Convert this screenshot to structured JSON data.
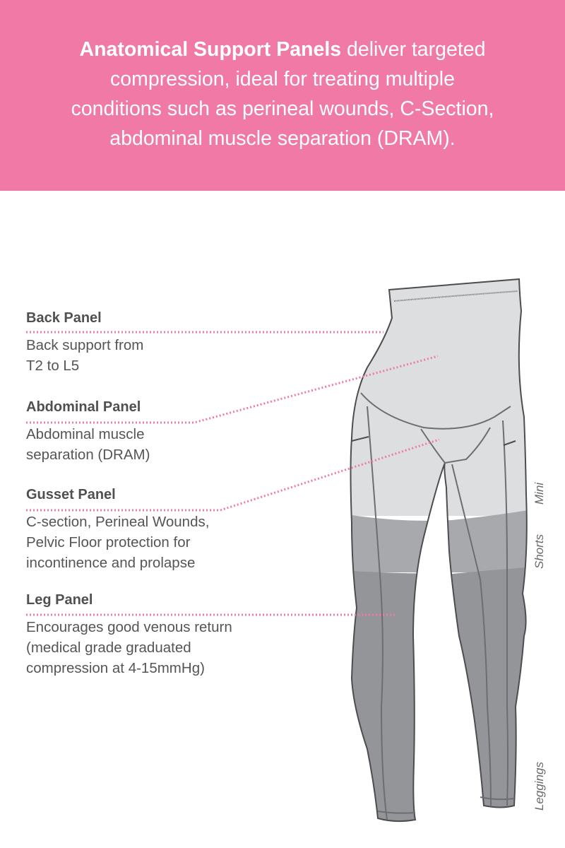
{
  "banner": {
    "bold": "Anatomical Support Panels",
    "text": " deliver targeted compression, ideal for treating multiple conditions such as perineal wounds, C-Section, abdominal muscle separation (DRAM).",
    "background": "#F07AA5"
  },
  "panels": [
    {
      "title": "Back Panel",
      "desc_lines": [
        "Back support from",
        "T2 to L5"
      ]
    },
    {
      "title": "Abdominal Panel",
      "desc_lines": [
        "Abdominal muscle",
        "separation (DRAM)"
      ]
    },
    {
      "title": "Gusset Panel",
      "desc_lines": [
        "C-section, Perineal Wounds,",
        "Pelvic Floor protection for",
        "incontinence and prolapse"
      ]
    },
    {
      "title": "Leg Panel",
      "desc_lines": [
        "Encourages good venous return",
        "(medical grade graduated",
        "compression at 4-15mmHg)"
      ]
    }
  ],
  "lengths": {
    "mini": "Mini",
    "shorts": "Shorts",
    "leggings": "Leggings"
  },
  "colors": {
    "accent_pink": "#F07AA5",
    "panel_light": "#DCDEE0",
    "panel_mid": "#A7A9AC",
    "panel_dark": "#939598",
    "outline": "#4D4D4F",
    "text": "#555555"
  }
}
